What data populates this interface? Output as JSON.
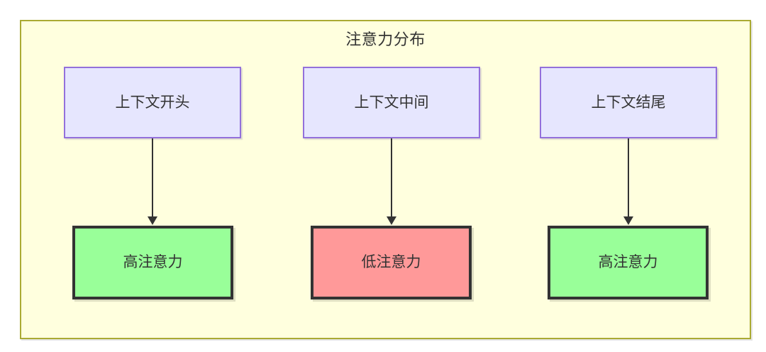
{
  "diagram": {
    "title": "注意力分布",
    "type": "flowchart",
    "direction": "top-to-bottom",
    "frame": {
      "fill_color": "#ffffde",
      "border_color": "#aaaa33"
    },
    "palette": {
      "context_fill": "#e6e6fe",
      "context_border": "#9370db",
      "high_attention_fill": "#99ff99",
      "low_attention_fill": "#ff9999",
      "attention_border": "#333333",
      "text_color": "#333333",
      "arrow_color": "#333333"
    },
    "columns": [
      {
        "id": "start",
        "source": {
          "label": "上下文开头"
        },
        "target": {
          "label": "高注意力",
          "level": "high"
        }
      },
      {
        "id": "middle",
        "source": {
          "label": "上下文中间"
        },
        "target": {
          "label": "低注意力",
          "level": "low"
        }
      },
      {
        "id": "end",
        "source": {
          "label": "上下文结尾"
        },
        "target": {
          "label": "高注意力",
          "level": "high"
        }
      }
    ]
  }
}
